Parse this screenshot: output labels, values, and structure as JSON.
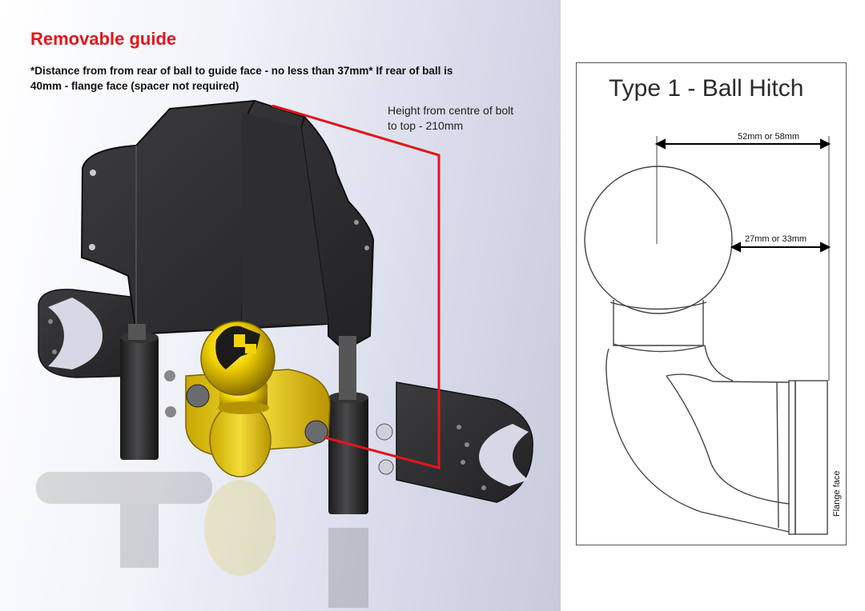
{
  "title": "Removable guide",
  "note": "*Distance from from rear of ball to guide face - no less than 37mm* If rear of ball is 40mm - flange face (spacer not required)",
  "height_annotation": "Height from centre of bolt to top - 210mm",
  "schematic": {
    "title": "Type 1 - Ball Hitch",
    "dim_top": "52mm or 58mm",
    "dim_middle": "27mm or 33mm",
    "flange_label": "Flange face"
  },
  "colors": {
    "accent_red": "#e3141b",
    "ball_yellow": "#e8c800",
    "plate_black": "#2a2a2c"
  },
  "icons": [
    "tow-ball-render",
    "dimension-arrow",
    "ball-hitch-outline"
  ]
}
